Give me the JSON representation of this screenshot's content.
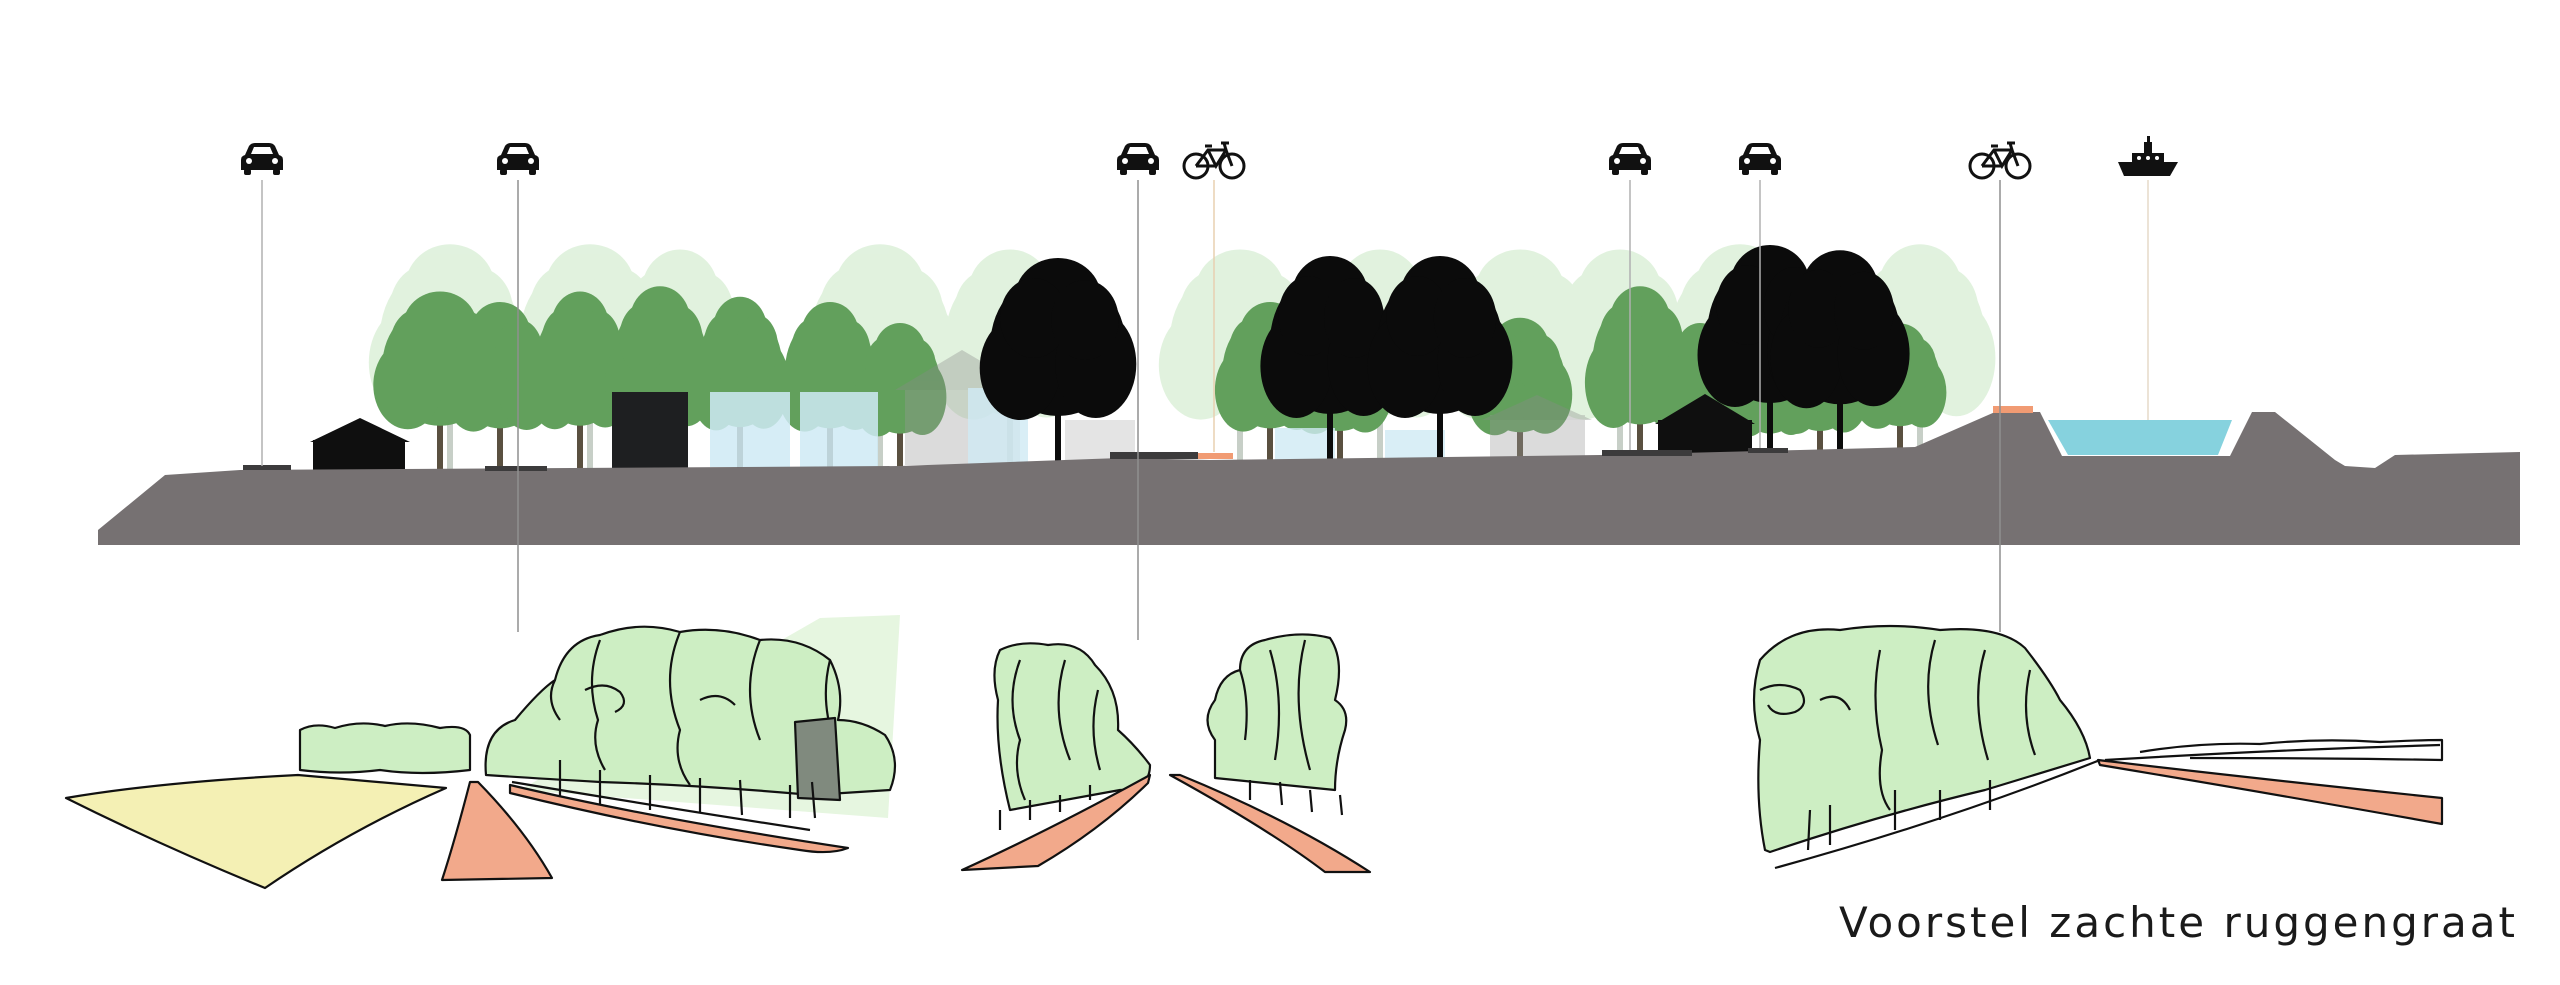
{
  "caption": "Voorstel zachte ruggengraat",
  "icons": [
    {
      "name": "car-icon",
      "type": "car"
    },
    {
      "name": "car-icon",
      "type": "car"
    },
    {
      "name": "car-icon",
      "type": "car"
    },
    {
      "name": "bicycle-icon",
      "type": "bike"
    },
    {
      "name": "car-icon",
      "type": "car"
    },
    {
      "name": "car-icon",
      "type": "car"
    },
    {
      "name": "bicycle-icon",
      "type": "bike"
    },
    {
      "name": "ship-icon",
      "type": "ship"
    }
  ],
  "colors": {
    "ground": "#767172",
    "water": "#86d2de",
    "tree_light": "#c9e8c4",
    "tree_mid": "#62a05c",
    "tree_dark": "#0b0b0b",
    "sketch_green": "#cdeec3",
    "sketch_path": "#f2a98b",
    "sketch_field": "#f4f0b4",
    "building_glass": "#cfeaf4",
    "accent_path": "#f19b73"
  }
}
